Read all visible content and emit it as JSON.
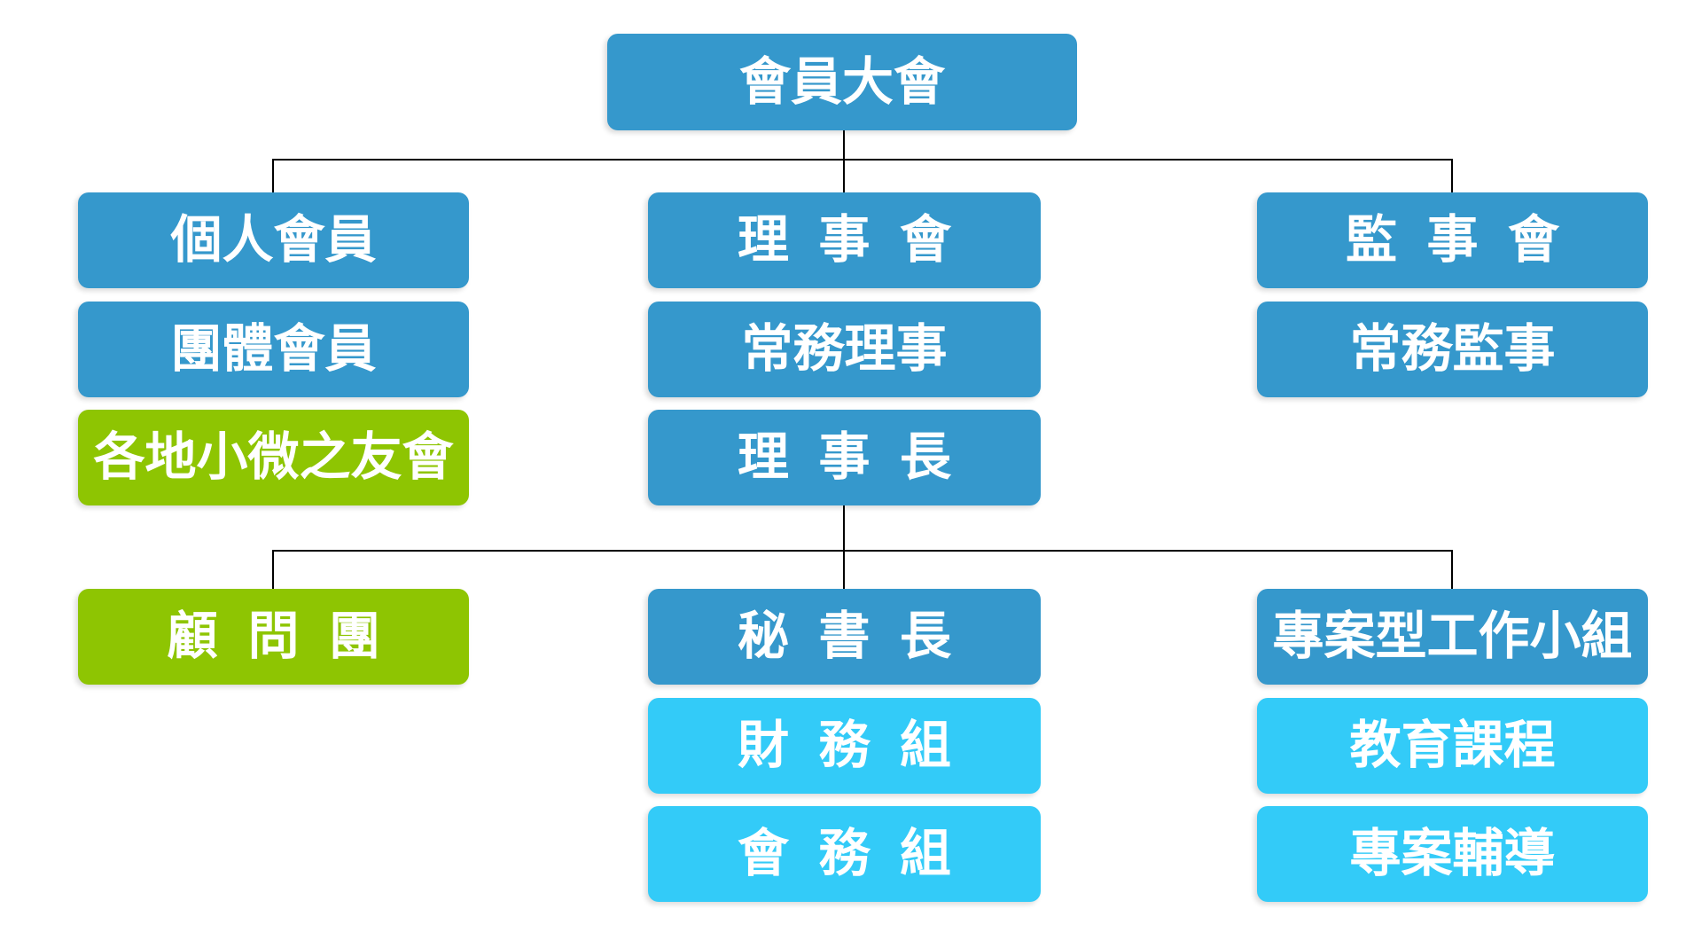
{
  "colors": {
    "box_blue": "#3598CC",
    "box_cyan": "#33CBF8",
    "box_green": "#8EC502",
    "label_text": "#FFFFFF",
    "connector": "#000000",
    "background": "#FFFFFF"
  },
  "org": {
    "root": {
      "label": "會員大會",
      "variant": "blue"
    },
    "membership_column": {
      "individual_members": {
        "label": "個人會員",
        "variant": "blue"
      },
      "group_members": {
        "label": "團體會員",
        "variant": "blue"
      },
      "local_smb_friends_clubs": {
        "label": "各地小微之友會",
        "variant": "green"
      },
      "advisory_group": {
        "label": "顧 問 團",
        "variant": "green"
      }
    },
    "directors_column": {
      "board_of_directors": {
        "label": "理 事 會",
        "variant": "blue"
      },
      "standing_directors": {
        "label": "常務理事",
        "variant": "blue"
      },
      "chairman": {
        "label": "理 事 長",
        "variant": "blue"
      },
      "secretary_general": {
        "label": "秘 書 長",
        "variant": "blue"
      },
      "finance_team": {
        "label": "財 務 組",
        "variant": "cyan"
      },
      "member_affairs_team": {
        "label": "會 務 組",
        "variant": "cyan"
      }
    },
    "supervisors_column": {
      "board_of_supervisors": {
        "label": "監 事 會",
        "variant": "blue"
      },
      "standing_supervisors": {
        "label": "常務監事",
        "variant": "blue"
      },
      "project_task_forces": {
        "label": "專案型工作小組",
        "variant": "blue"
      },
      "education_courses": {
        "label": "教育課程",
        "variant": "cyan"
      },
      "project_mentoring": {
        "label": "專案輔導",
        "variant": "cyan"
      }
    }
  }
}
